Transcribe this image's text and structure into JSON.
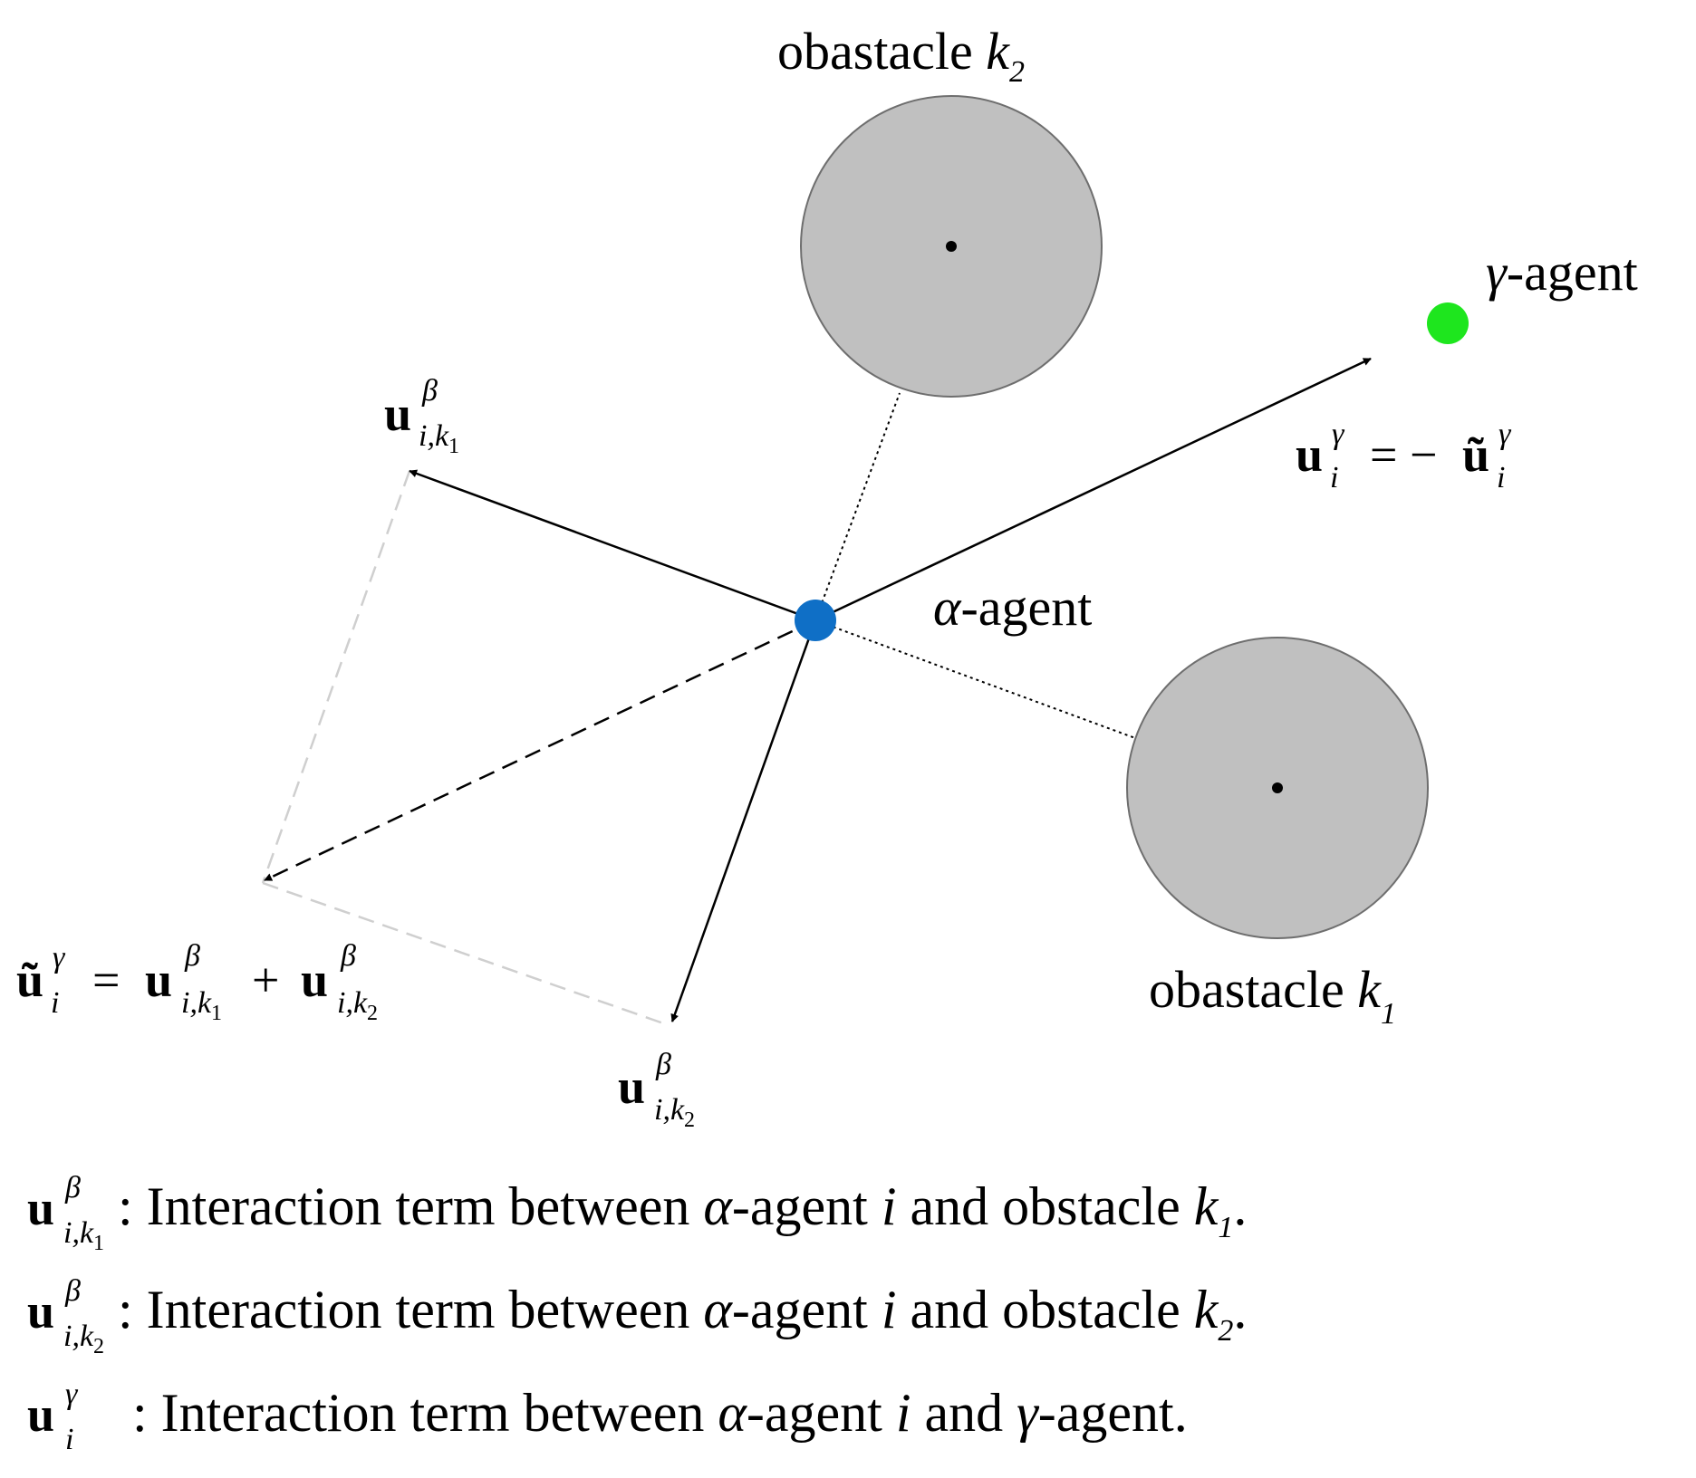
{
  "colors": {
    "obstacle_fill": "#c0c0c0",
    "obstacle_stroke": "#6e6e6e",
    "alpha_agent": "#0f6fc6",
    "gamma_agent": "#1ee61e",
    "construction_line": "#cfcfcf"
  },
  "labels": {
    "obstacle_k2_word": "obastacle",
    "obstacle_k1_word": "obastacle",
    "k": "k",
    "k_sub1": "1",
    "k_sub2": "2",
    "alpha_symbol": "α",
    "gamma_symbol": "γ",
    "beta_symbol": "β",
    "agent_suffix": "-agent",
    "u": "u",
    "u_tilde": "ũ",
    "i": "i",
    "i_comma": "i,",
    "equals": "=",
    "equals_minus": "= −",
    "plus": "+"
  },
  "legend": {
    "line1_text": ": Interaction term between ",
    "line1_middle": "-agent ",
    "line1_tail": " and obstacle ",
    "line1_end": ".",
    "line2_text": ": Interaction term between ",
    "line2_middle": "-agent ",
    "line2_tail": " and obstacle ",
    "line2_end": ".",
    "line3_text": "  : Interaction term between ",
    "line3_middle": "-agent ",
    "line3_tail": " and ",
    "line3_end": "-agent."
  }
}
